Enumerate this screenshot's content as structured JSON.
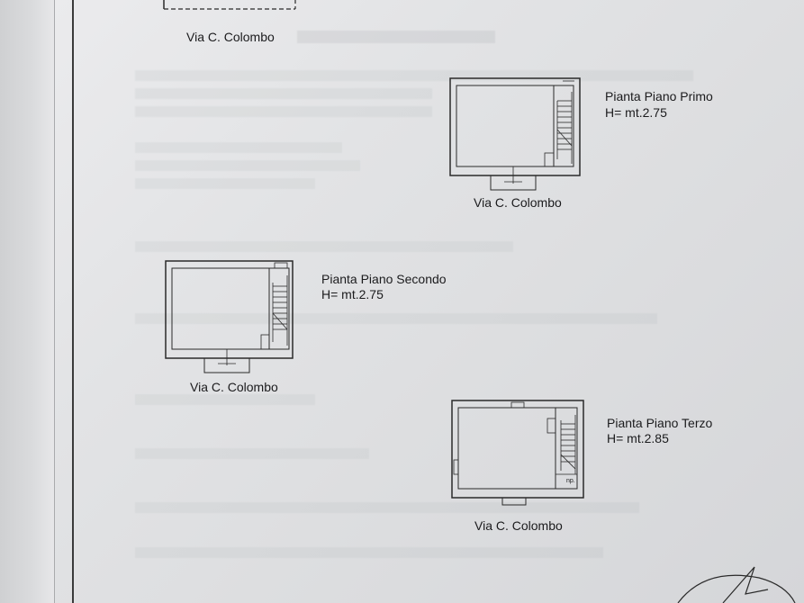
{
  "document": {
    "plans": [
      {
        "street": "Via C. Colombo"
      },
      {
        "title": "Pianta Piano Primo",
        "height": "H= mt.2.75",
        "street": "Via C. Colombo"
      },
      {
        "title": "Pianta Piano Secondo",
        "height": "H= mt.2.75",
        "street": "Via C. Colombo"
      },
      {
        "title": "Pianta Piano Terzo",
        "height": "H= mt.2.85",
        "street": "Via C. Colombo",
        "stair_note": "np."
      }
    ]
  }
}
